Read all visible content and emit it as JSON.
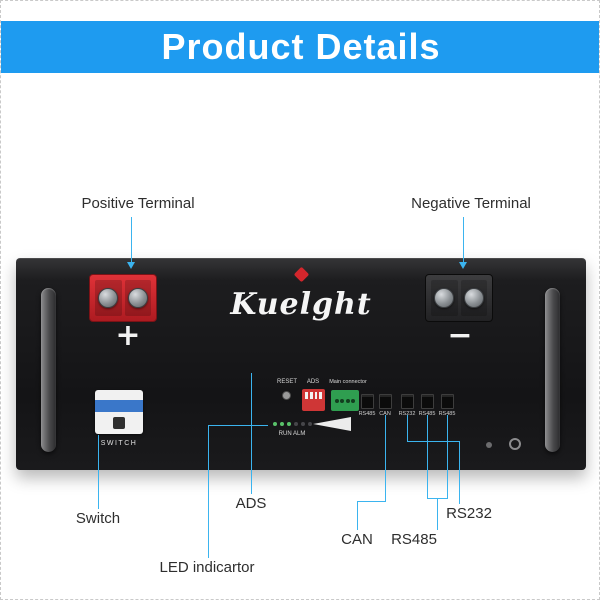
{
  "header": {
    "title": "Product Details"
  },
  "annotations": {
    "positive_terminal": "Positive Terminal",
    "negative_terminal": "Negative Terminal",
    "switch": "Switch",
    "led_indicator": "LED indicartor",
    "ads": "ADS",
    "can": "CAN",
    "rs485": "RS485",
    "rs232": "RS232"
  },
  "battery": {
    "brand": "Kuelght",
    "positive_symbol": "+",
    "negative_symbol": "−",
    "switch_label": "SWITCH",
    "panel": {
      "reset_label": "RESET",
      "ads_label": "ADS",
      "main_connector_label": "Main connector",
      "run_alm_label": "RUN ALM",
      "port_labels": [
        "RS485",
        "CAN",
        "RS232",
        "RS485",
        "RS485"
      ]
    }
  },
  "colors": {
    "header_blue": "#1e9bf0",
    "annotation_blue": "#3bb4ef",
    "terminal_red": "#c4272e",
    "battery_black": "#1a1a1c"
  }
}
